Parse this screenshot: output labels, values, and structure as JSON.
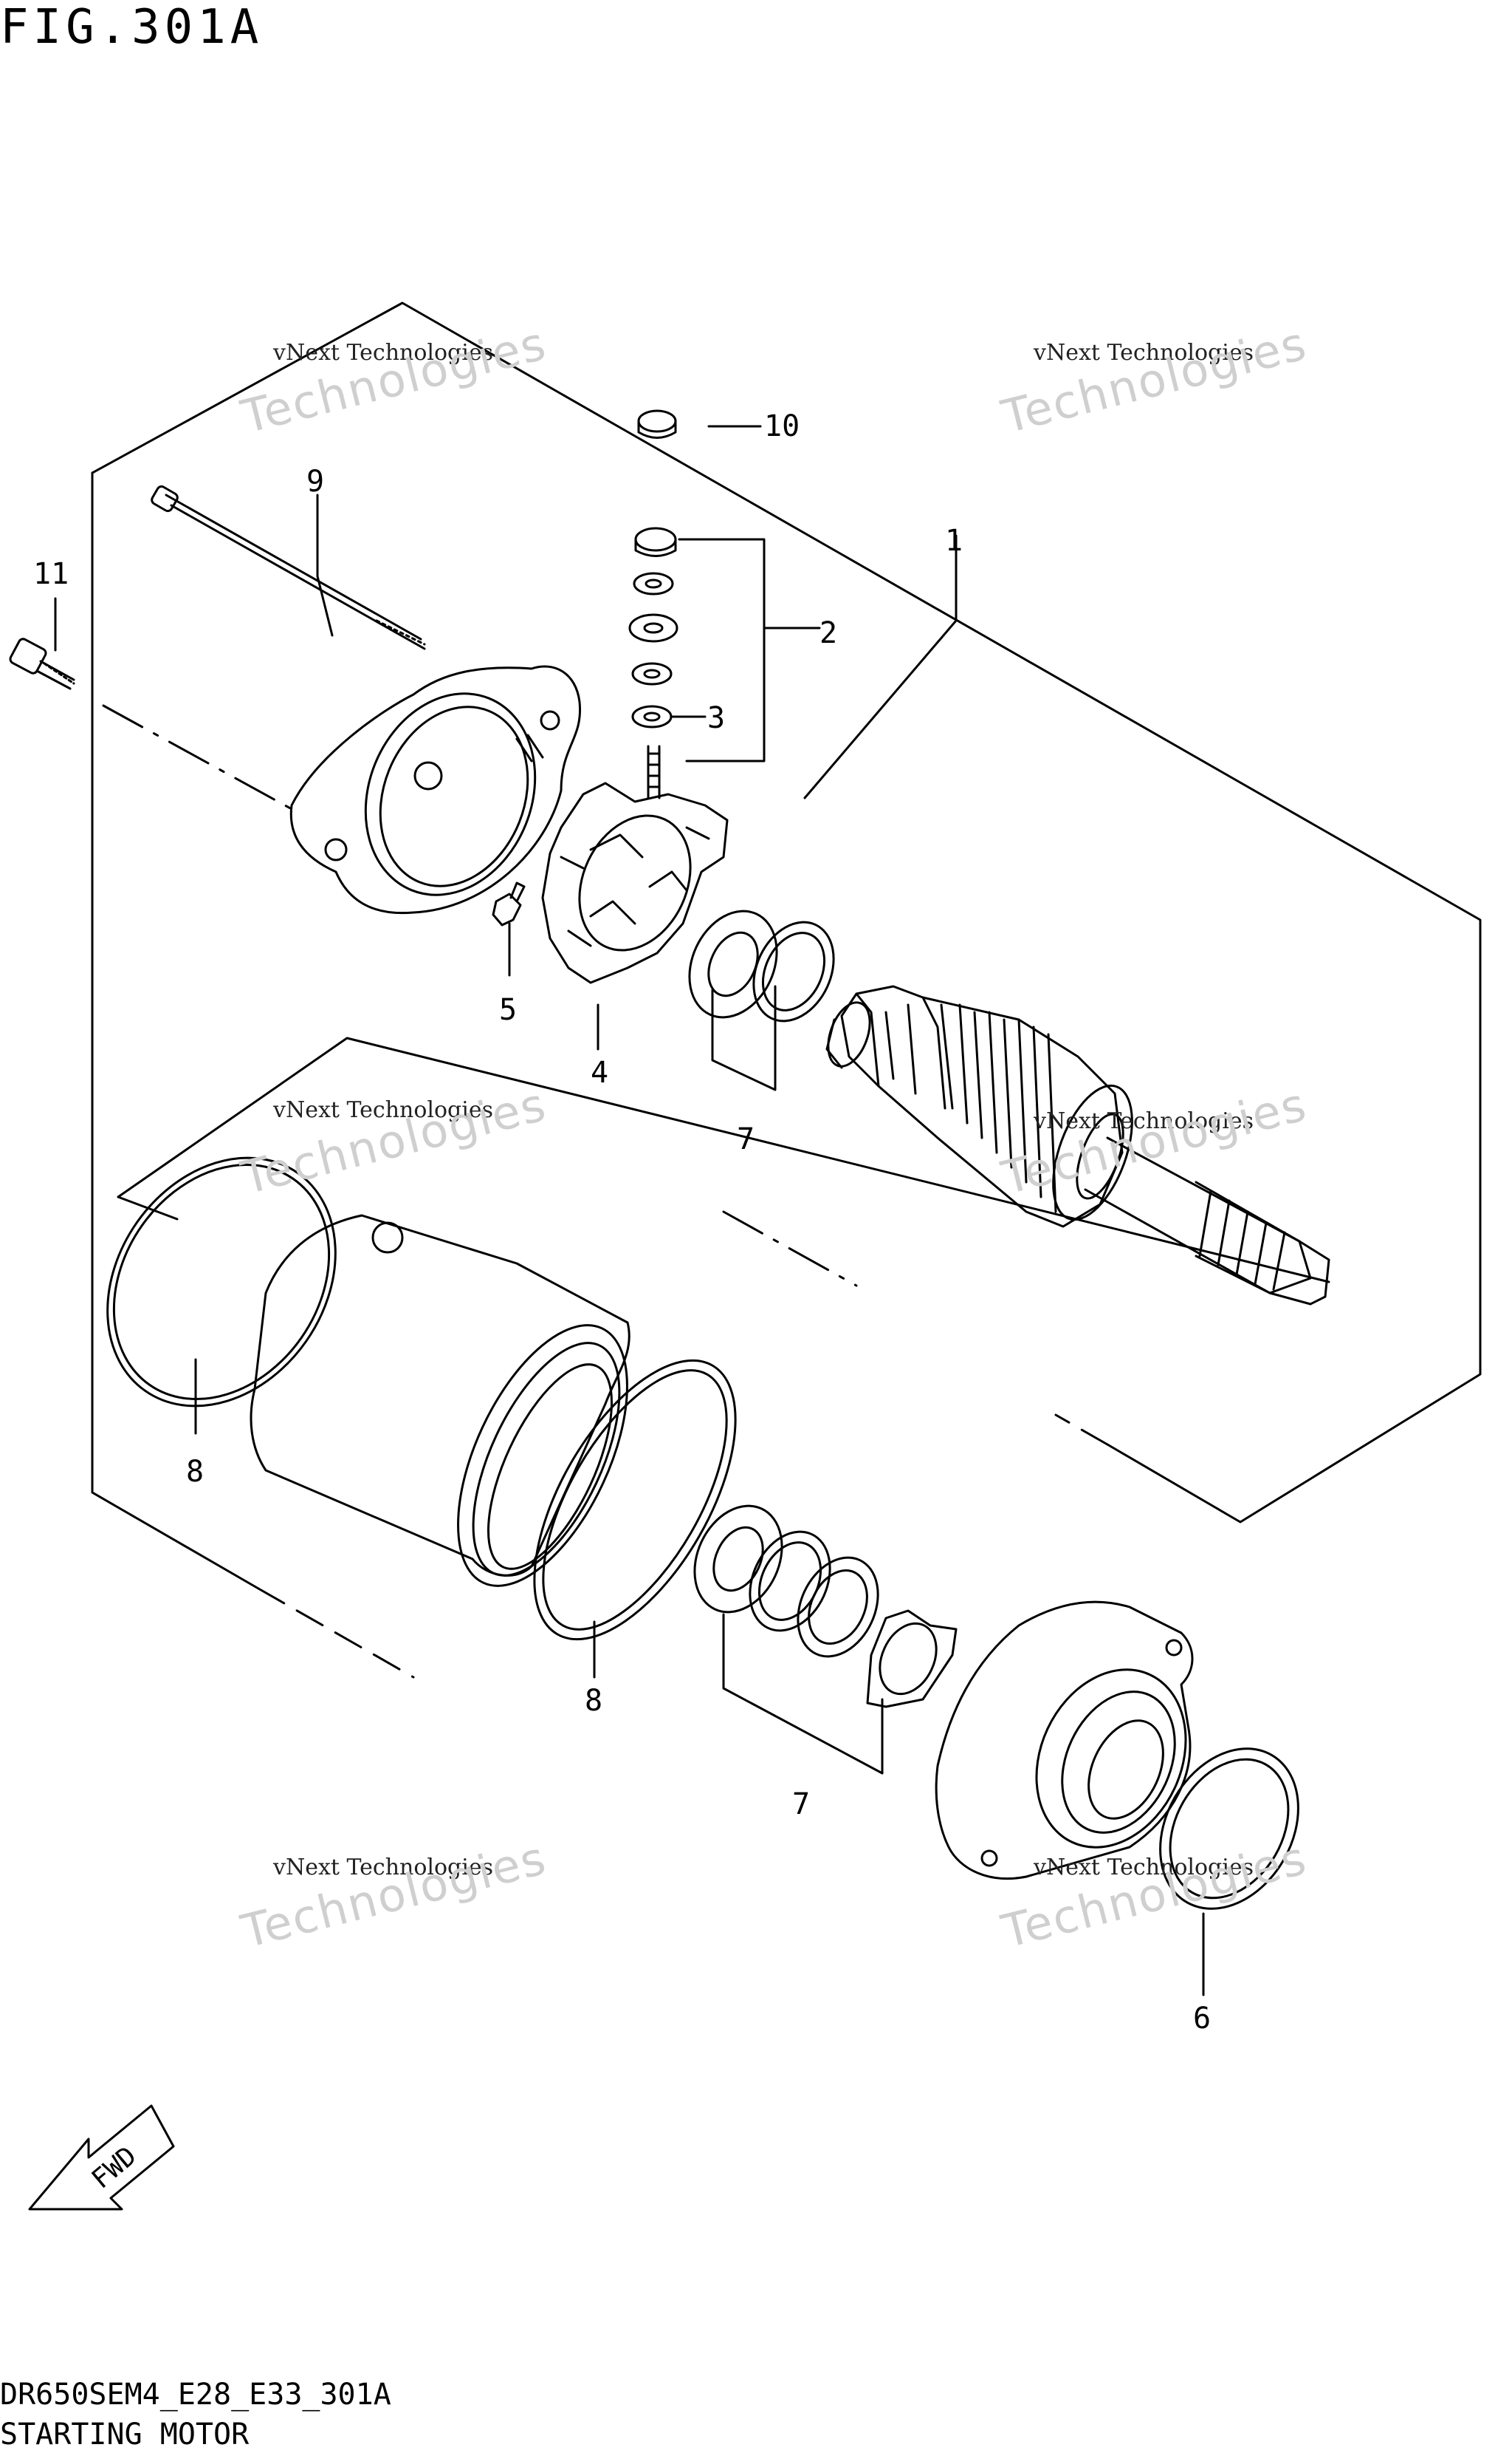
{
  "figure": {
    "title": "FIG.301A",
    "code": "DR650SEM4_E28_E33_301A",
    "name": "STARTING MOTOR"
  },
  "callouts": [
    "1",
    "2",
    "3",
    "4",
    "5",
    "6",
    "7",
    "7",
    "8",
    "8",
    "9",
    "10",
    "11"
  ],
  "fwd_label": "FWD",
  "watermark": {
    "company": "vNext Technologies",
    "word_top": "vNext",
    "word_bottom": "Technologies"
  },
  "colors": {
    "line": "#000000",
    "watermark": "#cfcfcf"
  }
}
